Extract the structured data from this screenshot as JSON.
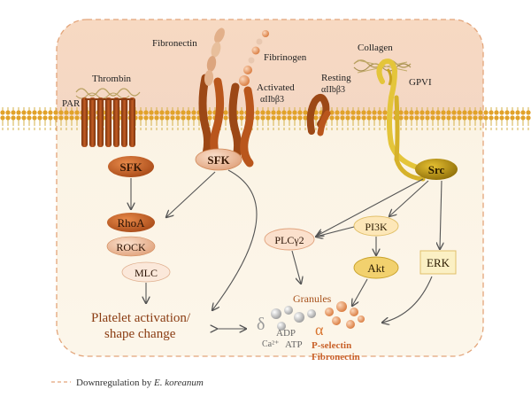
{
  "labels": {
    "thrombin": "Thrombin",
    "par": "PAR",
    "fibronectin_top": "Fibronectin",
    "fibrinogen": "Fibrinogen",
    "activated_line1": "Activated",
    "activated_line2": "αIIbβ3",
    "resting_line1": "Resting",
    "resting_line2": "αIIbβ3",
    "collagen": "Collagen",
    "gpvi": "GPVI",
    "sfk_left": "SFK",
    "sfk_mid": "SFK",
    "src": "Src",
    "rhoa": "RhoA",
    "rock": "ROCK",
    "mlc": "MLC",
    "plcg2": "PLCγ2",
    "pi3k": "PI3K",
    "akt": "Akt",
    "erk": "ERK",
    "granules": "Granules",
    "platelet_line1": "Platelet activation/",
    "platelet_line2": "shape change",
    "delta": "δ",
    "adp": "ADP",
    "ca": "Ca²⁺",
    "atp": "ATP",
    "alpha": "α",
    "pselectin": "P-selectin",
    "fibronectin_granule": "Fibronectin"
  },
  "legend": {
    "text_prefix": "Downregulation by ",
    "text_species": "E. koreanum"
  },
  "colors": {
    "membrane_top": "#f2c9a8",
    "cytoplasm": "#fbf3e4",
    "node_orange": "#c8642a",
    "node_light": "#eab08c",
    "src_gold": "#b5900f",
    "gpvi_yellow": "#e4c53a",
    "dashed_border": "#e3a57a"
  }
}
